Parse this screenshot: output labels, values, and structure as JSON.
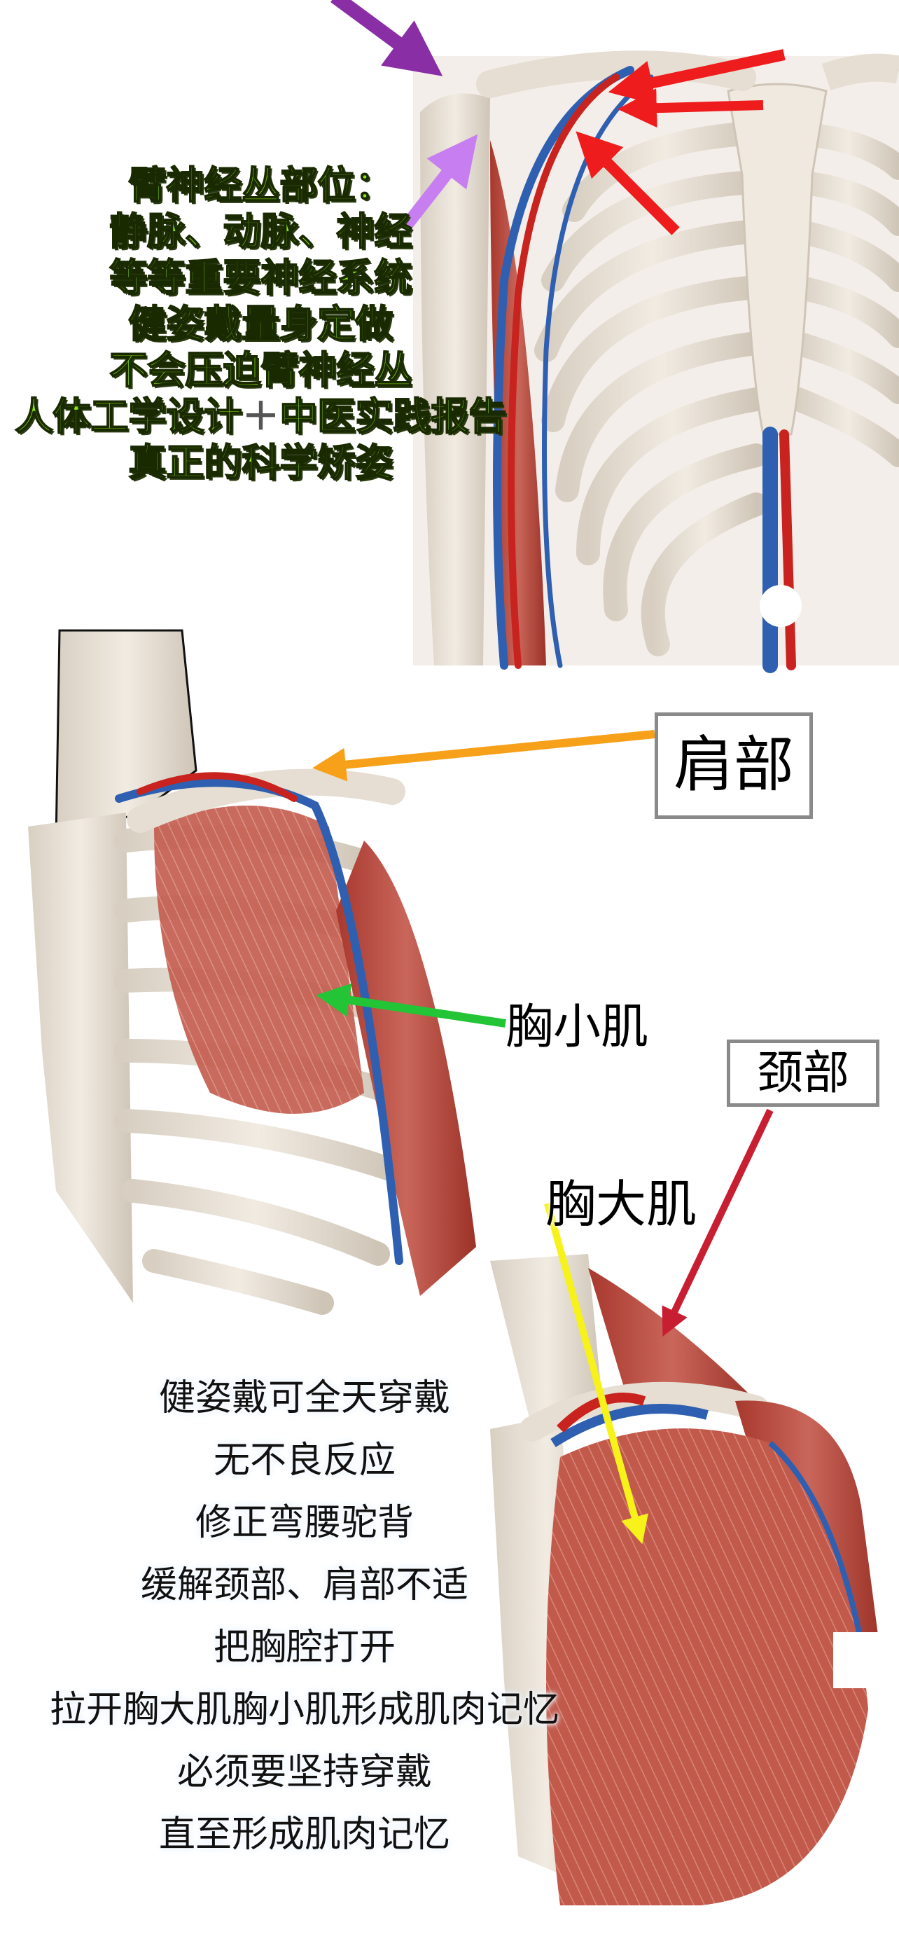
{
  "top_section": {
    "lines": [
      "臂神经丛部位：",
      "静脉、动脉、神经",
      "等等重要神经系统",
      "健姿戴量身定做",
      "不会压迫臂神经丛",
      "人体工学设计",
      "真正的科学矫姿"
    ],
    "line6_plus": "＋",
    "line6_suffix": "中医实践报告"
  },
  "labels": {
    "shoulder": "肩部",
    "pectoralis_minor": "胸小肌",
    "neck": "颈部",
    "pectoralis_major": "胸大肌"
  },
  "bottom_section": {
    "lines": [
      "健姿戴可全天穿戴",
      "无不良反应",
      "修正弯腰驼背",
      "缓解颈部、肩部不适",
      "把胸腔打开",
      "拉开胸大肌胸小肌形成肌肉记忆",
      "必须要坚持穿戴",
      "直至形成肌肉记忆"
    ]
  },
  "colors": {
    "bone": "#e6ded2",
    "muscle": "#b8473b",
    "vein": "#2e5fb0",
    "artery": "#c8231e",
    "arrow_purple": "#8a2ea6",
    "arrow_lilac": "#c67ef0",
    "arrow_red": "#ee1c1c",
    "arrow_orange": "#f7a01a",
    "arrow_green": "#23c436",
    "arrow_crimson": "#c81e32",
    "arrow_yellow": "#f6f21a"
  }
}
